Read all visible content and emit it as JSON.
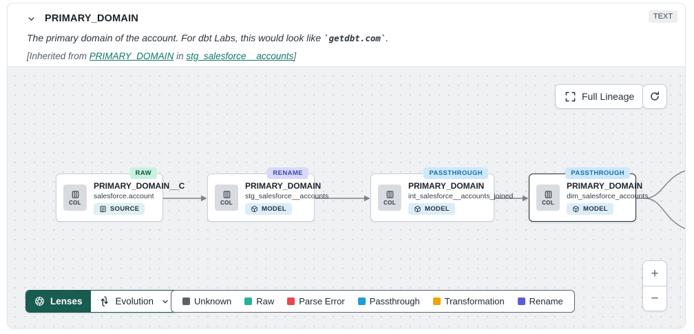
{
  "header": {
    "title": "PRIMARY_DOMAIN",
    "type_badge": "TEXT",
    "description": {
      "prefix": "The primary domain of the account. For dbt Labs, this would look like ",
      "code": "`getdbt.com`",
      "suffix": "."
    },
    "inherited": {
      "prefix": "[Inherited from ",
      "column_link": "PRIMARY_DOMAIN",
      "infix": " in ",
      "model_link": "stg_salesforce__accounts",
      "suffix": "]",
      "link_color": "#0E766A"
    }
  },
  "toolbar": {
    "full_lineage_label": "Full Lineage"
  },
  "nodes": [
    {
      "status": "RAW",
      "chip": "COL",
      "column": "PRIMARY_DOMAIN__C",
      "model": "salesforce.account",
      "resource": "SOURCE"
    },
    {
      "status": "RENAME",
      "chip": "COL",
      "column": "PRIMARY_DOMAIN",
      "model": "stg_salesforce__accounts",
      "resource": "MODEL"
    },
    {
      "status": "PASSTHROUGH",
      "chip": "COL",
      "column": "PRIMARY_DOMAIN",
      "model": "int_salesforce__accounts_joined",
      "resource": "MODEL"
    },
    {
      "status": "PASSTHROUGH",
      "chip": "COL",
      "column": "PRIMARY_DOMAIN",
      "model": "dim_salesforce_accounts",
      "resource": "MODEL"
    }
  ],
  "controls": {
    "lenses": {
      "label": "Lenses",
      "bg": "#185C52"
    },
    "lens_selected": "Evolution",
    "zoom_in": "+",
    "zoom_out": "−"
  },
  "legend": {
    "items": [
      {
        "label": "Unknown",
        "color": "#5D6269"
      },
      {
        "label": "Raw",
        "color": "#23B39A"
      },
      {
        "label": "Parse Error",
        "color": "#E5484D"
      },
      {
        "label": "Passthrough",
        "color": "#1A9FD9"
      },
      {
        "label": "Transformation",
        "color": "#F0A40B"
      },
      {
        "label": "Rename",
        "color": "#5B5BD6"
      }
    ]
  }
}
